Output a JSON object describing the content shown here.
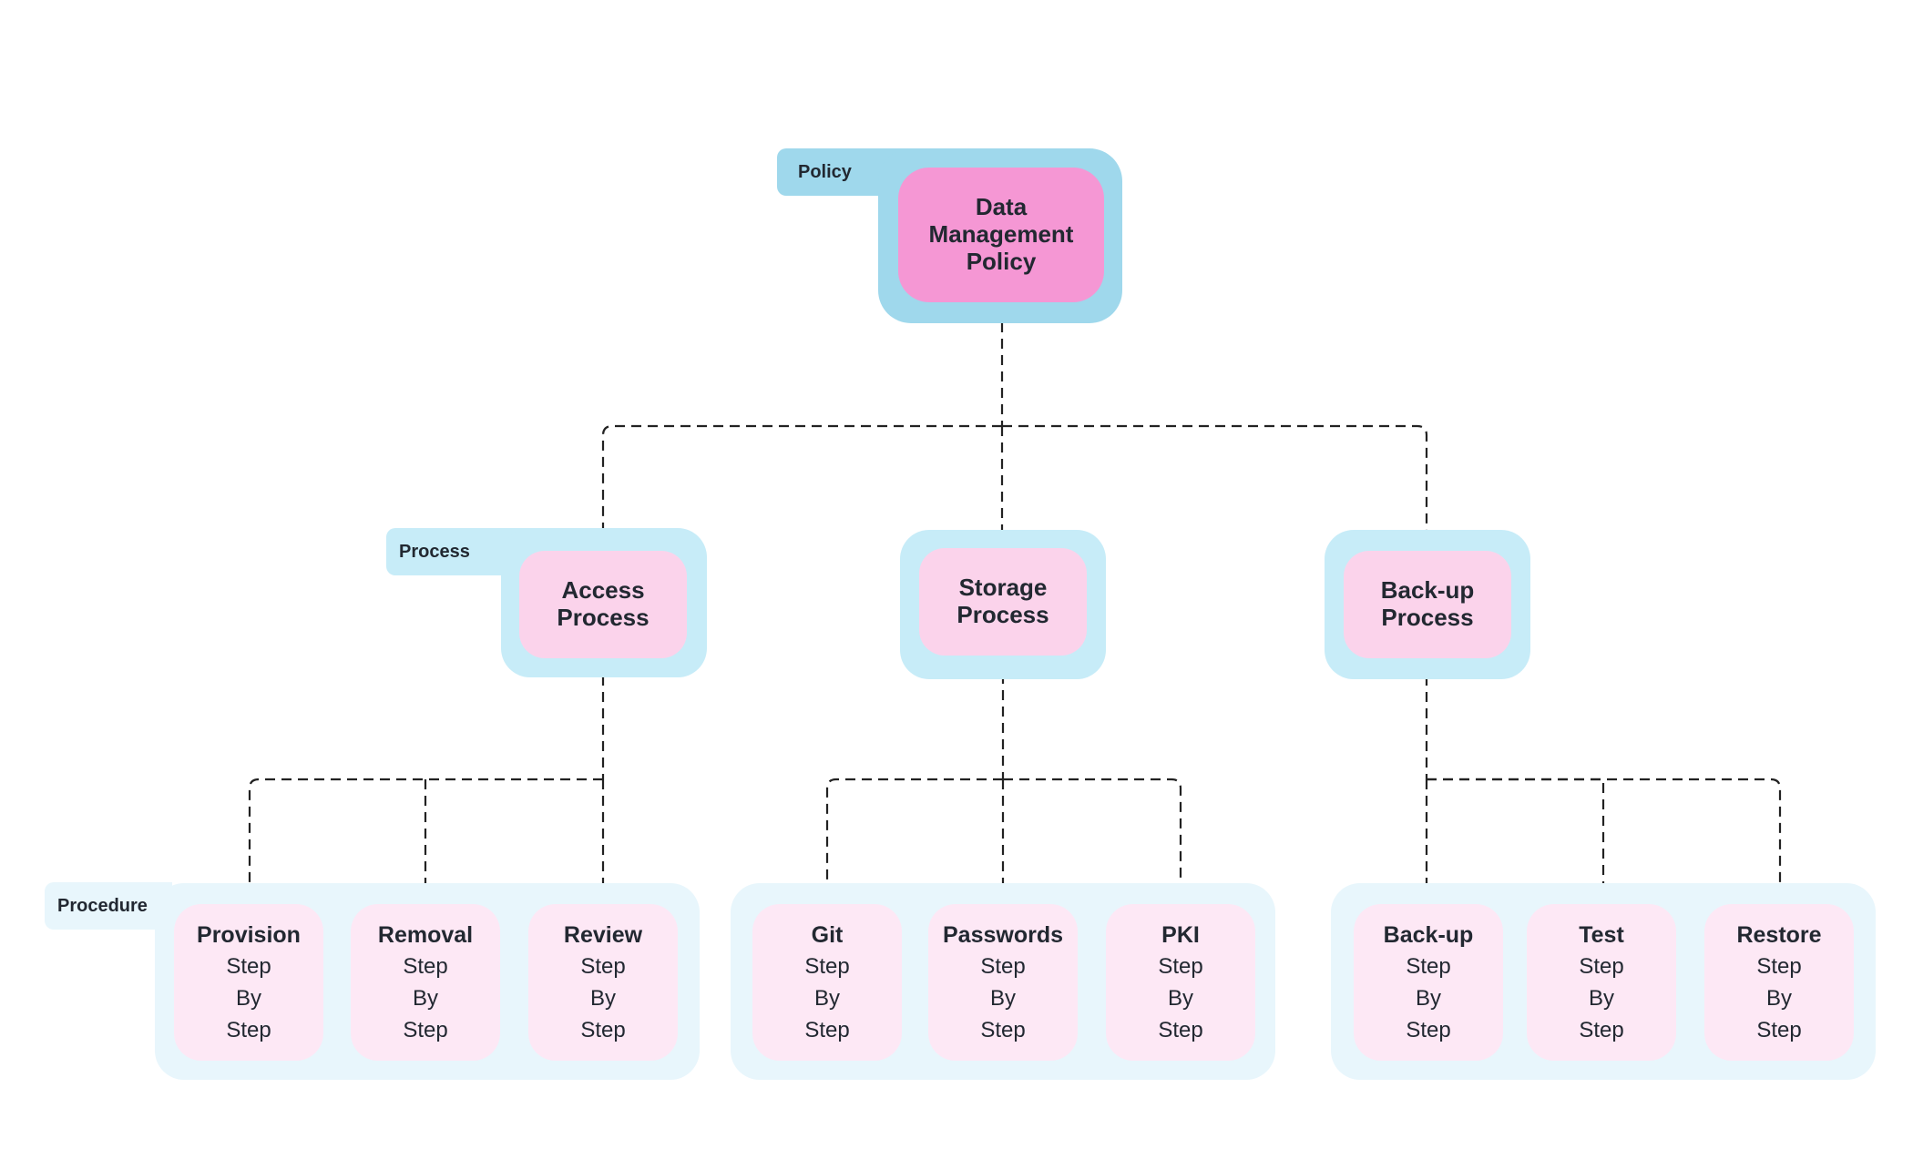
{
  "levels": {
    "policy": "Policy",
    "process": "Process",
    "procedure": "Procedure"
  },
  "policy": {
    "title": "Data Management Policy"
  },
  "processes": [
    {
      "title": "Access Process",
      "procedures": [
        {
          "title": "Provision",
          "lines": [
            "Step",
            "By",
            "Step"
          ]
        },
        {
          "title": "Removal",
          "lines": [
            "Step",
            "By",
            "Step"
          ]
        },
        {
          "title": "Review",
          "lines": [
            "Step",
            "By",
            "Step"
          ]
        }
      ]
    },
    {
      "title": "Storage Process",
      "procedures": [
        {
          "title": "Git",
          "lines": [
            "Step",
            "By",
            "Step"
          ]
        },
        {
          "title": "Passwords",
          "lines": [
            "Step",
            "By",
            "Step"
          ]
        },
        {
          "title": "PKI",
          "lines": [
            "Step",
            "By",
            "Step"
          ]
        }
      ]
    },
    {
      "title": "Back-up Process",
      "procedures": [
        {
          "title": "Back-up",
          "lines": [
            "Step",
            "By",
            "Step"
          ]
        },
        {
          "title": "Test",
          "lines": [
            "Step",
            "By",
            "Step"
          ]
        },
        {
          "title": "Restore",
          "lines": [
            "Step",
            "By",
            "Step"
          ]
        }
      ]
    }
  ],
  "colors": {
    "policy_frame": "#9fd8ec",
    "policy_card": "#f597d4",
    "process_frame": "#c7ecf8",
    "process_card": "#fbd3eb",
    "procedure_frame": "#e8f6fc",
    "procedure_card": "#fde8f5",
    "connector": "#222222"
  }
}
